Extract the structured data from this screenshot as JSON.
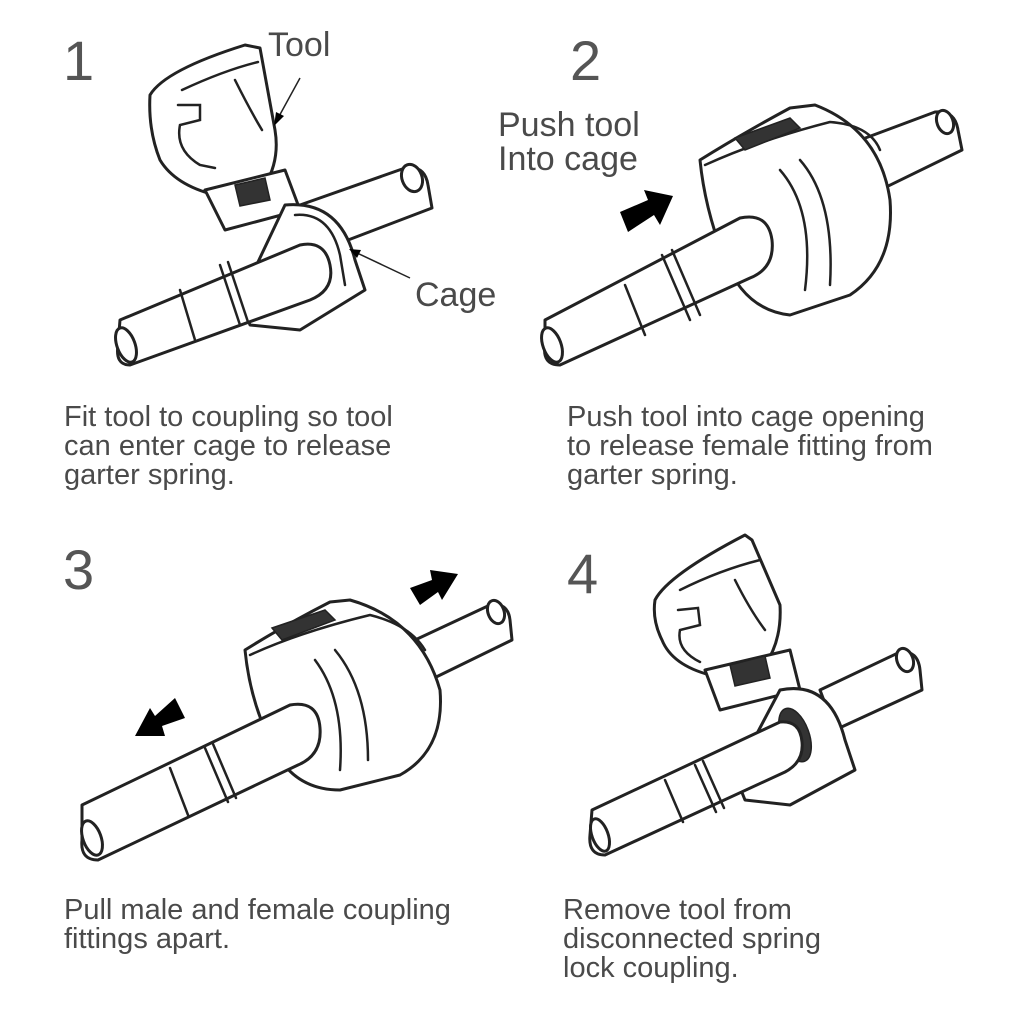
{
  "title": "Spring lock coupling disconnect procedure",
  "steps": [
    {
      "number": "1",
      "labels": {
        "tool": "Tool",
        "cage": "Cage"
      },
      "caption": "Fit tool to coupling so tool\ncan enter cage to release\ngarter spring.",
      "illustration": "tool-fitted-on-coupling"
    },
    {
      "number": "2",
      "labels": {
        "push": "Push tool\nInto cage"
      },
      "caption": "Push tool into cage opening\nto release female fitting from\ngarter spring.",
      "illustration": "tool-pushed-into-cage",
      "arrows": [
        "push-arrow"
      ]
    },
    {
      "number": "3",
      "caption": "Pull male and female coupling\nfittings apart.",
      "illustration": "fittings-pulled-apart",
      "arrows": [
        "pull-left-arrow",
        "pull-right-arrow"
      ]
    },
    {
      "number": "4",
      "caption": "Remove tool from\ndisconnected spring\nlock coupling.",
      "illustration": "tool-removed"
    }
  ]
}
